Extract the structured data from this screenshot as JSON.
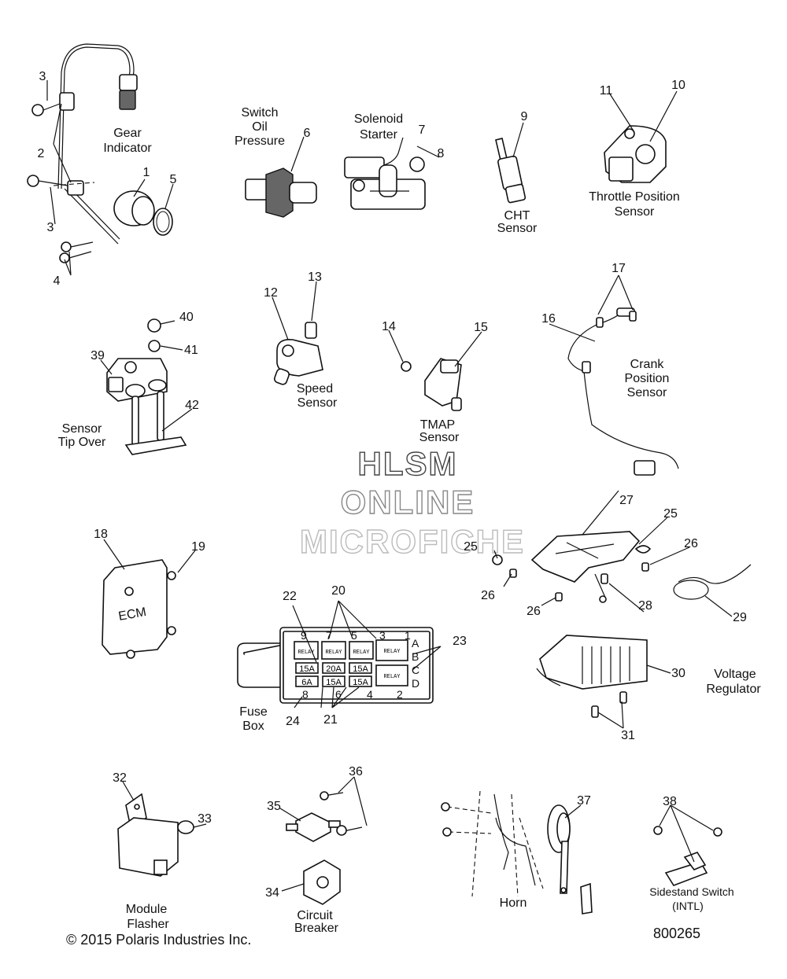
{
  "groups": {
    "gear_indicator": [
      "Gear",
      "Indicator"
    ],
    "switch_oil_pressure": [
      "Switch",
      "Oil",
      "Pressure"
    ],
    "solenoid_starter": [
      "Solenoid",
      "Starter"
    ],
    "cht_sensor": [
      "CHT",
      "Sensor"
    ],
    "throttle_position_sensor": [
      "Throttle Position",
      "Sensor"
    ],
    "speed_sensor": [
      "Speed",
      "Sensor"
    ],
    "tmap_sensor": [
      "TMAP",
      "Sensor"
    ],
    "crank_position_sensor": [
      "Crank",
      "Position",
      "Sensor"
    ],
    "sensor_tip_over": [
      "Sensor",
      "Tip Over"
    ],
    "fuse_box": [
      "Fuse",
      "Box"
    ],
    "voltage_regulator": [
      "Voltage",
      "Regulator"
    ],
    "module_flasher": [
      "Module",
      "Flasher"
    ],
    "circuit_breaker": [
      "Circuit",
      "Breaker"
    ],
    "horn": [
      "Horn"
    ],
    "sidestand_switch": [
      "Sidestand Switch",
      "(INTL)"
    ]
  },
  "callouts": {
    "c1": "1",
    "c2": "2",
    "c3a": "3",
    "c3b": "3",
    "c4": "4",
    "c5": "5",
    "c6": "6",
    "c7": "7",
    "c8": "8",
    "c9": "9",
    "c10": "10",
    "c11": "11",
    "c12": "12",
    "c13": "13",
    "c14": "14",
    "c15": "15",
    "c16": "16",
    "c17": "17",
    "c18": "18",
    "c19": "19",
    "c20": "20",
    "c21": "21",
    "c22": "22",
    "c23": "23",
    "c24": "24",
    "c25a": "25",
    "c25b": "25",
    "c26a": "26",
    "c26b": "26",
    "c26c": "26",
    "c27": "27",
    "c28": "28",
    "c29": "29",
    "c30": "30",
    "c31": "31",
    "c32": "32",
    "c33": "33",
    "c34": "34",
    "c35": "35",
    "c36": "36",
    "c37": "37",
    "c38": "38",
    "c39": "39",
    "c40": "40",
    "c41": "41",
    "c42": "42"
  },
  "ecm_label": "ECM",
  "fuse_box": {
    "top_numbers": [
      "9",
      "7",
      "5",
      "3",
      "1"
    ],
    "relay_text": "RELAY",
    "fuses_row1": [
      "15A",
      "20A",
      "15A"
    ],
    "fuses_row2": [
      "6A",
      "15A",
      "15A"
    ],
    "side_letters": [
      "A",
      "B",
      "C",
      "D"
    ],
    "bottom_numbers": [
      "8",
      "6",
      "4",
      "2"
    ]
  },
  "watermark": [
    "HLSM",
    "ONLINE",
    "MICROFICHE"
  ],
  "footer": {
    "copyright": "© 2015 Polaris Industries Inc.",
    "diagram_number": "800265"
  }
}
